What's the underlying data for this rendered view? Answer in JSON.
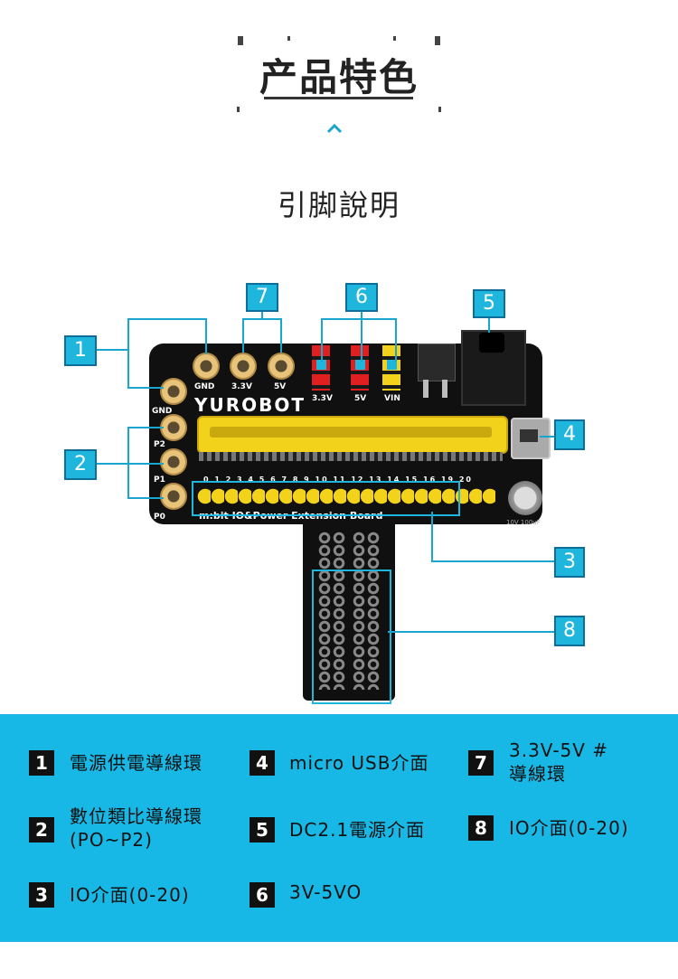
{
  "header": {
    "title": "产品特色",
    "subtitle": "引脚說明"
  },
  "callouts": {
    "c1": "1",
    "c2": "2",
    "c3": "3",
    "c4": "4",
    "c5": "5",
    "c6": "6",
    "c7": "7",
    "c8": "8"
  },
  "board": {
    "brand": "YUROBOT",
    "name": "m:bit IO&Power Extension Board",
    "label_gnd": "GND",
    "label_33v": "3.3V",
    "label_5v": "5V",
    "label_vin": "VIN",
    "label_p2": "P2",
    "label_p1": "P1",
    "label_p0": "P0",
    "header_33v": "3.3V",
    "header_5v": "5V",
    "header_vin": "VIN",
    "pin_numbers": "0 1 2 3 4 5 6 7 8 9 10 11 12 13 14 15 16 19 20",
    "cap_label": "10V 100uF"
  },
  "legend": {
    "items": [
      {
        "num": "1",
        "text": "電源供電導線環"
      },
      {
        "num": "2",
        "text": "數位類比導線環\n(PO~P2)"
      },
      {
        "num": "3",
        "text": "IO介面(0-20)"
      },
      {
        "num": "4",
        "text": "micro USB介面"
      },
      {
        "num": "5",
        "text": "DC2.1電源介面"
      },
      {
        "num": "6",
        "text": "3V-5VO"
      },
      {
        "num": "7",
        "text": "3.3V-5V #\n導線環"
      },
      {
        "num": "8",
        "text": "IO介面(0-20)"
      }
    ]
  }
}
